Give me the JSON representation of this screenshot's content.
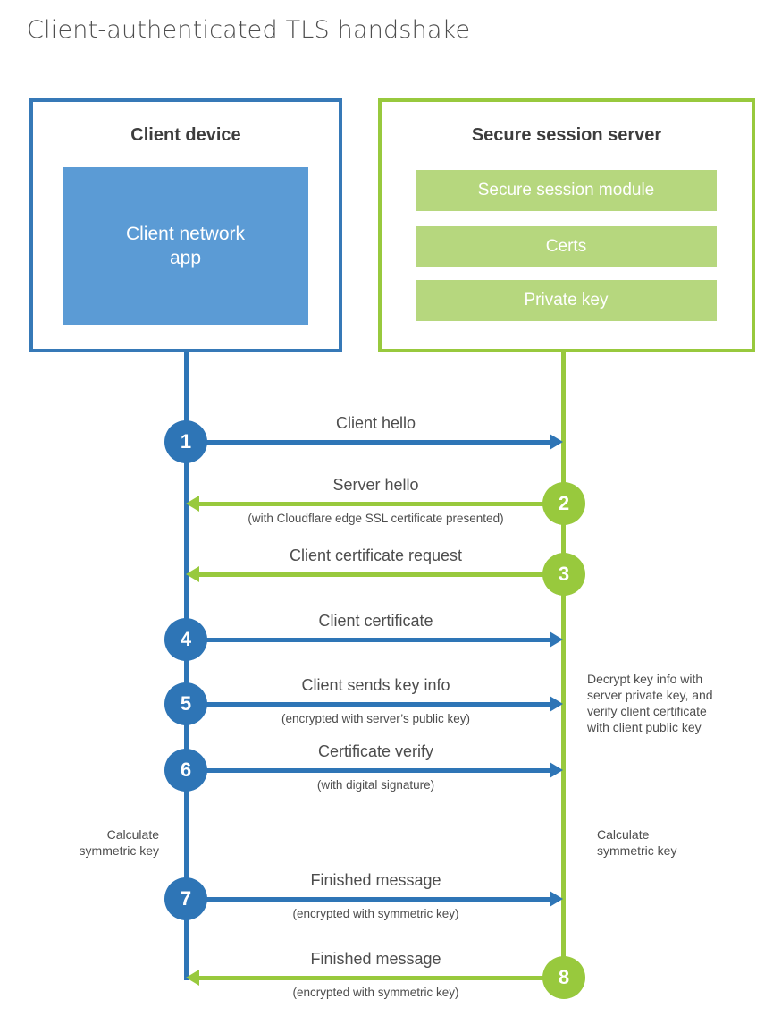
{
  "title": "Client-authenticated TLS handshake",
  "colors": {
    "blue_stroke": "#2e75b6",
    "blue_border": "#3679b7",
    "blue_fill": "#5b9bd5",
    "green_stroke": "#98c93d",
    "green_fill": "#b6d77e",
    "text_dark": "#3d3d3d",
    "text_gray": "#4d4d4d"
  },
  "client": {
    "title": "Client device",
    "app_label": "Client network app"
  },
  "server": {
    "title": "Secure session server",
    "modules": [
      "Secure session module",
      "Certs",
      "Private key"
    ]
  },
  "steps": [
    {
      "num": "1",
      "actor": "client",
      "direction": "right",
      "label": "Client hello",
      "sublabel": ""
    },
    {
      "num": "2",
      "actor": "server",
      "direction": "left",
      "label": "Server hello",
      "sublabel": "(with Cloudflare edge SSL certificate presented)"
    },
    {
      "num": "3",
      "actor": "server",
      "direction": "left",
      "label": "Client certificate request",
      "sublabel": ""
    },
    {
      "num": "4",
      "actor": "client",
      "direction": "right",
      "label": "Client certificate",
      "sublabel": ""
    },
    {
      "num": "5",
      "actor": "client",
      "direction": "right",
      "label": "Client sends key info",
      "sublabel": "(encrypted with server’s public key)"
    },
    {
      "num": "6",
      "actor": "client",
      "direction": "right",
      "label": "Certificate verify",
      "sublabel": "(with digital signature)"
    },
    {
      "num": "7",
      "actor": "client",
      "direction": "right",
      "label": "Finished message",
      "sublabel": "(encrypted with symmetric key)"
    },
    {
      "num": "8",
      "actor": "server",
      "direction": "left",
      "label": "Finished message",
      "sublabel": "(encrypted with symmetric key)"
    }
  ],
  "notes": {
    "calculate_left": "Calculate\nsymmetric key",
    "calculate_right": "Calculate\nsymmetric key",
    "decrypt": "Decrypt key info with\nserver private key, and\nverify client certificate\nwith client public key"
  }
}
